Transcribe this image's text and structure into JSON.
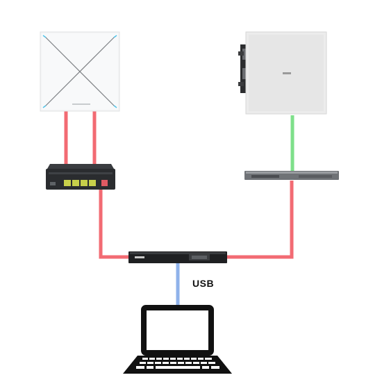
{
  "diagram": {
    "labels": {
      "usb": "USB"
    },
    "devices": [
      {
        "id": "ceiling-mic",
        "kind": "ceiling-microphone-array"
      },
      {
        "id": "ceiling-speaker",
        "kind": "in-ceiling-loudspeaker"
      },
      {
        "id": "poe-switch",
        "kind": "network-switch",
        "ports": 5
      },
      {
        "id": "amplifier",
        "kind": "rack-amplifier"
      },
      {
        "id": "dsp-processor",
        "kind": "rack-processor"
      },
      {
        "id": "laptop",
        "kind": "laptop-computer"
      }
    ],
    "connections": [
      {
        "from": "ceiling-mic",
        "to": "poe-switch",
        "type": "network",
        "color": "#f26b73"
      },
      {
        "from": "ceiling-mic",
        "to": "poe-switch",
        "type": "network",
        "color": "#f26b73"
      },
      {
        "from": "poe-switch",
        "to": "dsp-processor",
        "type": "network",
        "color": "#f26b73"
      },
      {
        "from": "dsp-processor",
        "to": "amplifier",
        "type": "network",
        "color": "#f26b73"
      },
      {
        "from": "amplifier",
        "to": "ceiling-speaker",
        "type": "speaker",
        "color": "#7ee08a"
      },
      {
        "from": "dsp-processor",
        "to": "laptop",
        "type": "usb",
        "color": "#8fb2ea"
      }
    ]
  }
}
